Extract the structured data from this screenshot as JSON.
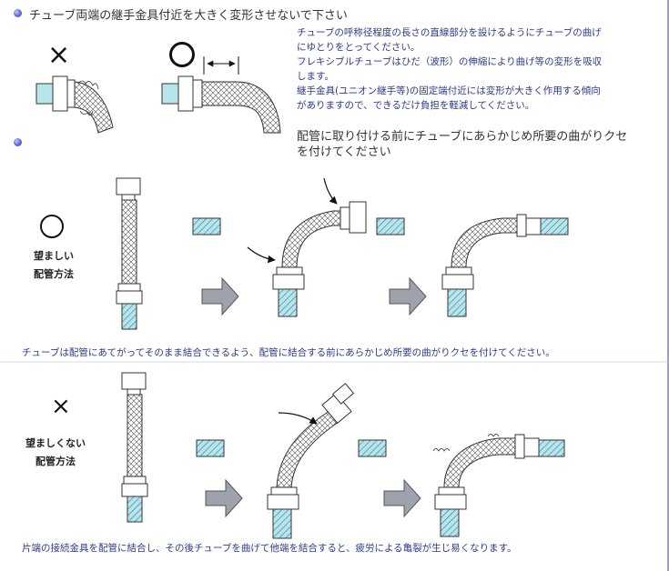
{
  "section1": {
    "heading": "チューブ両端の継手金具付近を大きく変形させないで下さい",
    "bad_symbol": "×",
    "good_symbol": "○",
    "note_lines": [
      "チューブの呼称径程度の長さの直線部分を設けるようにチューブの曲げ",
      "にゆとりをとってください。",
      "フレキシブルチューブはひだ（波形）の伸縮により曲げ等の変形を吸収",
      "します。",
      "継手金具(ユニオン継手等)の固定端付近には変形が大きく作用する傾向",
      "がありますので、できるだけ負担を軽減してください。"
    ]
  },
  "section2": {
    "heading_lines": [
      "配管に取り付ける前にチューブにあらかじめ所要の曲がりクセ",
      "を付けてください"
    ]
  },
  "good_method": {
    "symbol": "○",
    "label_lines": [
      "望ましい",
      "配管方法"
    ],
    "caption": "チューブは配管にあてがってそのまま結合できるよう、配管に結合する前にあらかじめ所要の曲がりクセを付けてください。"
  },
  "bad_method": {
    "symbol": "×",
    "label_lines": [
      "望ましくない",
      "配管方法"
    ],
    "caption": "片端の接続金具を配管に結合し、その後チューブを曲げて他端を結合すると、疲労による亀裂が生じ易くなります。"
  },
  "colors": {
    "accent_text": "#2e3a8c",
    "pipe_fill": "#b8e4ec",
    "fitting_fill": "#ffffff",
    "arrow_fill": "#9ea2ac",
    "bullet": "#6c74e6"
  }
}
